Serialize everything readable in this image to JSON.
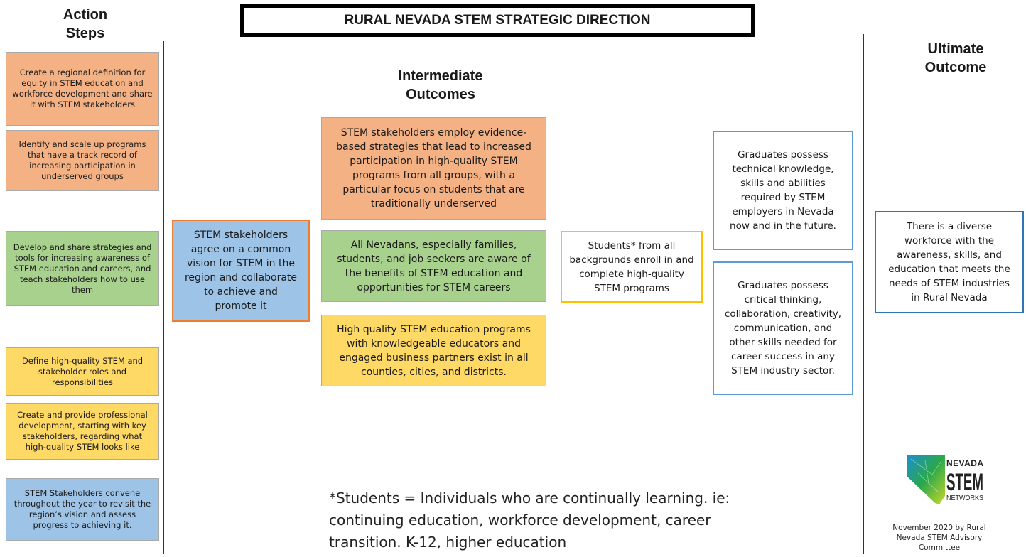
{
  "title": "RURAL NEVADA STEM STRATEGIC DIRECTION",
  "headings": {
    "action_steps": "Action Steps",
    "intermediate": "Intermediate Outcomes",
    "ultimate": "Ultimate Outcome"
  },
  "action_steps": [
    "Create a regional definition for equity in STEM education and workforce development and share it with STEM stakeholders",
    "Identify and scale up programs that have a track record of increasing participation in underserved groups",
    "Develop and share strategies and tools for increasing awareness of STEM education and careers, and teach stakeholders how to use them",
    "Define high-quality STEM and stakeholder roles and responsibilities",
    "Create and provide professional development, starting with key stakeholders, regarding what high-quality STEM looks like",
    "STEM Stakeholders convene throughout the year to revisit the region’s vision and assess progress to achieving it."
  ],
  "vision_box": "STEM stakeholders agree on a common vision for STEM in the region and collaborate to achieve and promote it",
  "intermediate_outcomes": [
    "STEM stakeholders employ evidence-based strategies that lead to increased participation in high-quality STEM programs from all groups, with a particular focus on students that are traditionally underserved",
    "All Nevadans, especially families, students, and job seekers are aware of the benefits of STEM education and opportunities for STEM careers",
    "High quality STEM education programs with knowledgeable educators and engaged business partners exist in all counties, cities, and districts."
  ],
  "students_box": "Students* from all backgrounds enroll in and complete high-quality STEM programs",
  "graduate_outcomes": [
    "Graduates possess technical knowledge, skills and abilities required by STEM employers in Nevada now and in the future.",
    "Graduates possess critical thinking, collaboration, creativity, communication, and other skills needed for career success in any STEM industry sector."
  ],
  "ultimate_outcome": "There is a diverse workforce with the awareness, skills, and education that meets the needs of STEM industries in Rural Nevada",
  "footnote": "*Students = Individuals who are continually learning. ie: continuing education, workforce development, career transition. K-12, higher education",
  "logo": {
    "line1": "NEVADA",
    "line2": "STEM",
    "line3": "NETWORKS"
  },
  "credit": "November 2020 by Rural Nevada STEM Advisory Committee",
  "colors": {
    "orange": "#f4b183",
    "green": "#a9d18e",
    "yellow": "#ffd966",
    "blue": "#9dc3e6",
    "outline_blue": "#2e75b6",
    "outline_yellow": "#ffc000"
  }
}
